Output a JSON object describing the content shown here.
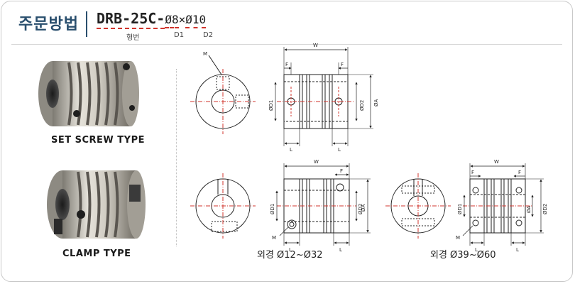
{
  "header": {
    "title": "주문방법",
    "model_code": "DRB-25C-",
    "d1_value": "Ø8",
    "times": "×",
    "d2_value": "Ø10",
    "model_sublabel": "형번",
    "d1_sublabel": "D1",
    "d2_sublabel": "D2"
  },
  "types": [
    {
      "label": "SET SCREW TYPE"
    },
    {
      "label": "CLAMP TYPE"
    }
  ],
  "drawing_labels": {
    "m": "M",
    "w": "W",
    "f": "F",
    "l": "L",
    "d1": "ØD1",
    "d2": "ØD2",
    "a": "ØA"
  },
  "captions": {
    "small_range": "외경 Ø12~Ø32",
    "large_range": "외경 Ø39~Ø60"
  },
  "colors": {
    "title": "#2a4f6e",
    "center_line": "#d0342c",
    "dim_line": "#222222"
  }
}
